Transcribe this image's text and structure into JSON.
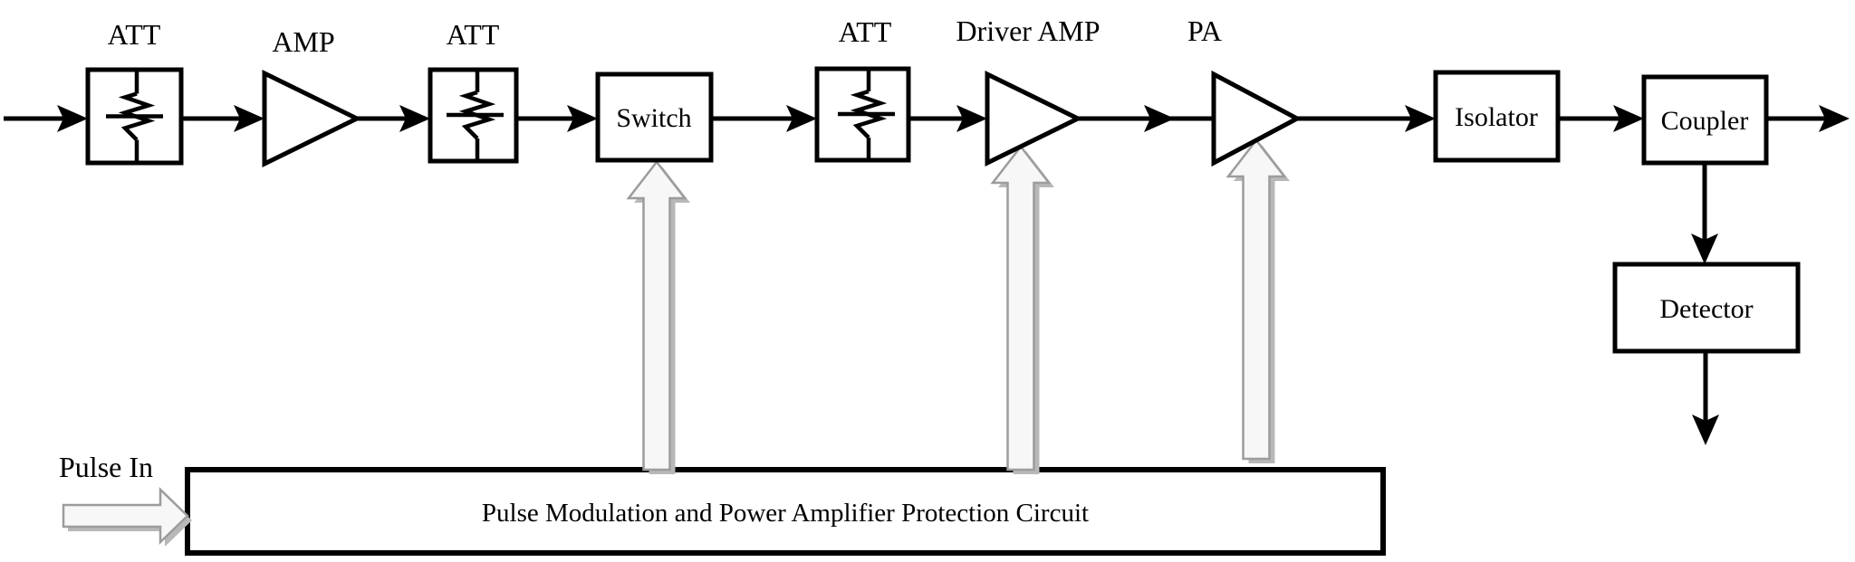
{
  "diagram": {
    "type": "rf-transmitter-block-diagram",
    "blocks": {
      "att1": "ATT",
      "amp": "AMP",
      "att2": "ATT",
      "switch": "Switch",
      "att3": "ATT",
      "driver_amp": "Driver AMP",
      "pa": "PA",
      "isolator": "Isolator",
      "coupler": "Coupler",
      "detector": "Detector",
      "control_box": "Pulse Modulation and Power Amplifier Protection Circuit"
    },
    "inputs": {
      "pulse_in": "Pulse In"
    },
    "colors": {
      "line": "#000000",
      "control_arrow_fill": "#f7f7f7",
      "control_arrow_stroke": "#9c9c9c",
      "control_arrow_shadow": "#b8b8b8"
    }
  }
}
